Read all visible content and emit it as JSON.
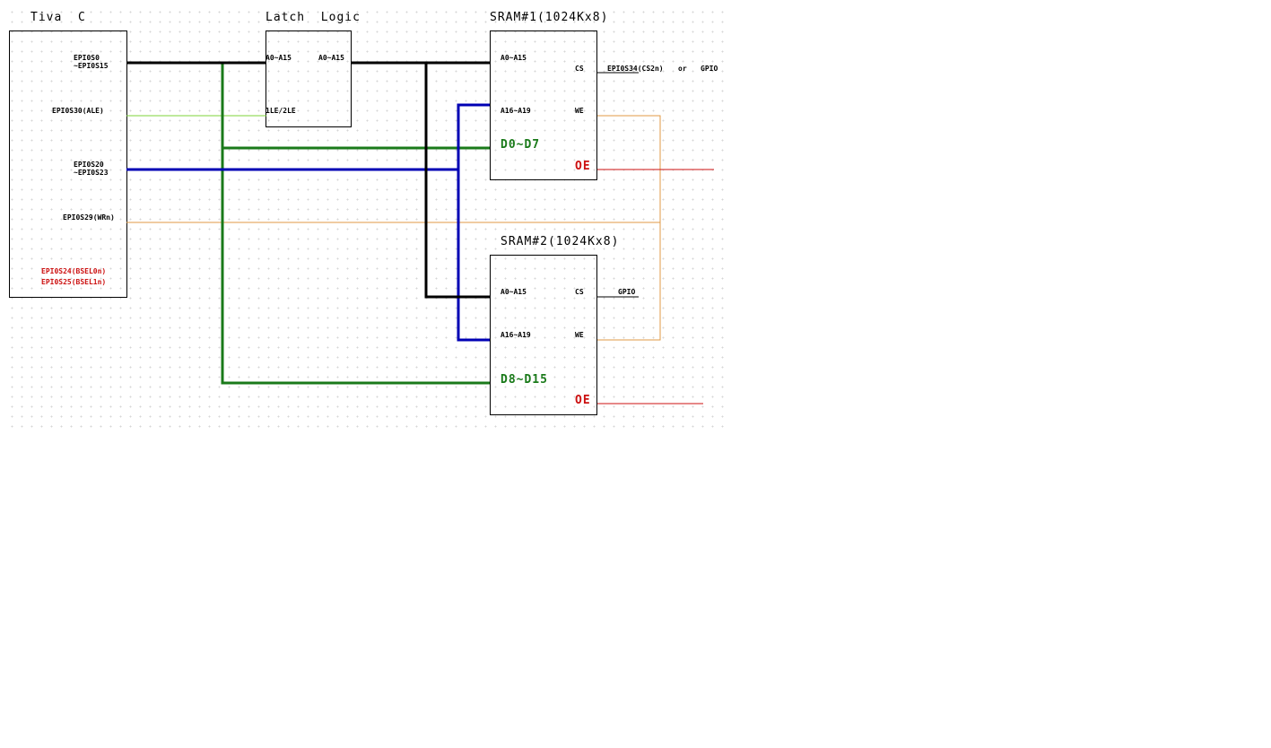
{
  "colors": {
    "address_bus": "#000000",
    "upper_addr": "#0000b4",
    "data_bus": "#1a7a1a",
    "ale": "#7cd33a",
    "we": "#e09a44",
    "oe": "#cc1111",
    "text": "#000000"
  },
  "tiva": {
    "title": "Tiva  C",
    "pin_ad_1": "EPI0S0",
    "pin_ad_2": "~EPI0S15",
    "pin_ale": "EPI0S30(ALE)",
    "pin_hi_1": "EPI0S20",
    "pin_hi_2": "~EPI0S23",
    "pin_wr": "EPI0S29(WRn)",
    "pin_bsel0": "EPI0S24(BSEL0n)",
    "pin_bsel1": "EPI0S25(BSEL1n)"
  },
  "latch": {
    "title": "Latch  Logic",
    "in_label": "A0~A15",
    "out_label": "A0~A15",
    "le_label": "1LE/2LE"
  },
  "sram1": {
    "title": "SRAM#1(1024Kx8)",
    "addr_lo": "A0~A15",
    "addr_hi": "A16~A19",
    "cs": "CS",
    "we": "WE",
    "data": "D0~D7",
    "oe": "OE",
    "cs_net": "EPI0S34(CS2n)",
    "cs_or": "or",
    "cs_gpio": "GPIO"
  },
  "sram2": {
    "title": "SRAM#2(1024Kx8)",
    "addr_lo": "A0~A15",
    "addr_hi": "A16~A19",
    "cs": "CS",
    "we": "WE",
    "data": "D8~D15",
    "oe": "OE",
    "cs_net": "GPIO"
  }
}
